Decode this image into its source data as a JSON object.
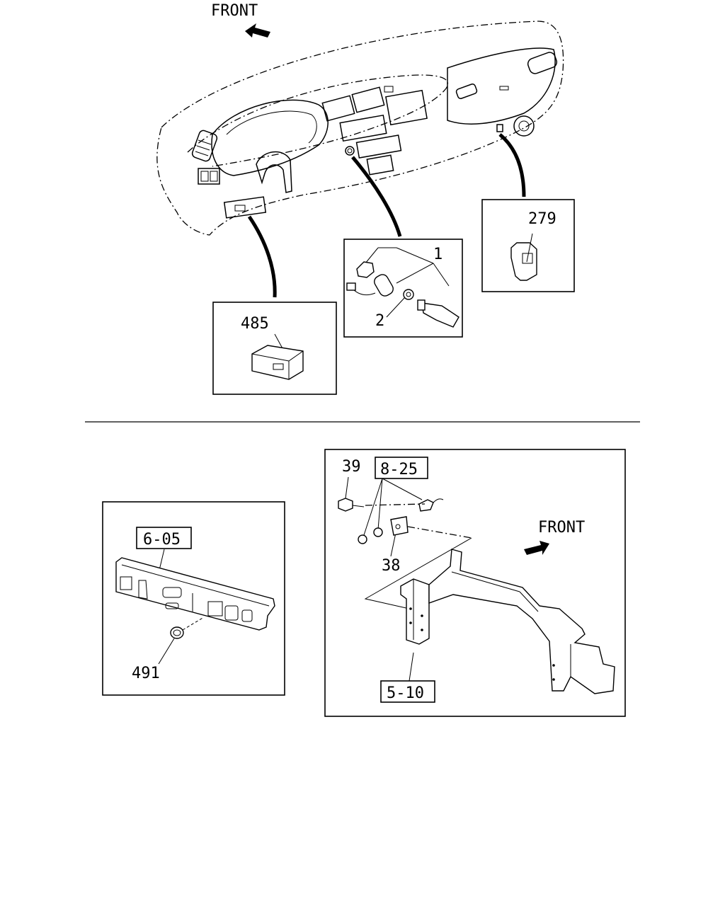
{
  "top": {
    "front_label": "FRONT",
    "callouts": {
      "cigar_lighter": "1",
      "washer": "2",
      "relay": "279",
      "connector": "485"
    }
  },
  "bottom_left": {
    "panel_ref": "6-05",
    "grommet": "491"
  },
  "bottom_right": {
    "front_label": "FRONT",
    "bolt": "39",
    "sensor_ref": "8-25",
    "bracket": "38",
    "frame_ref": "5-10"
  }
}
